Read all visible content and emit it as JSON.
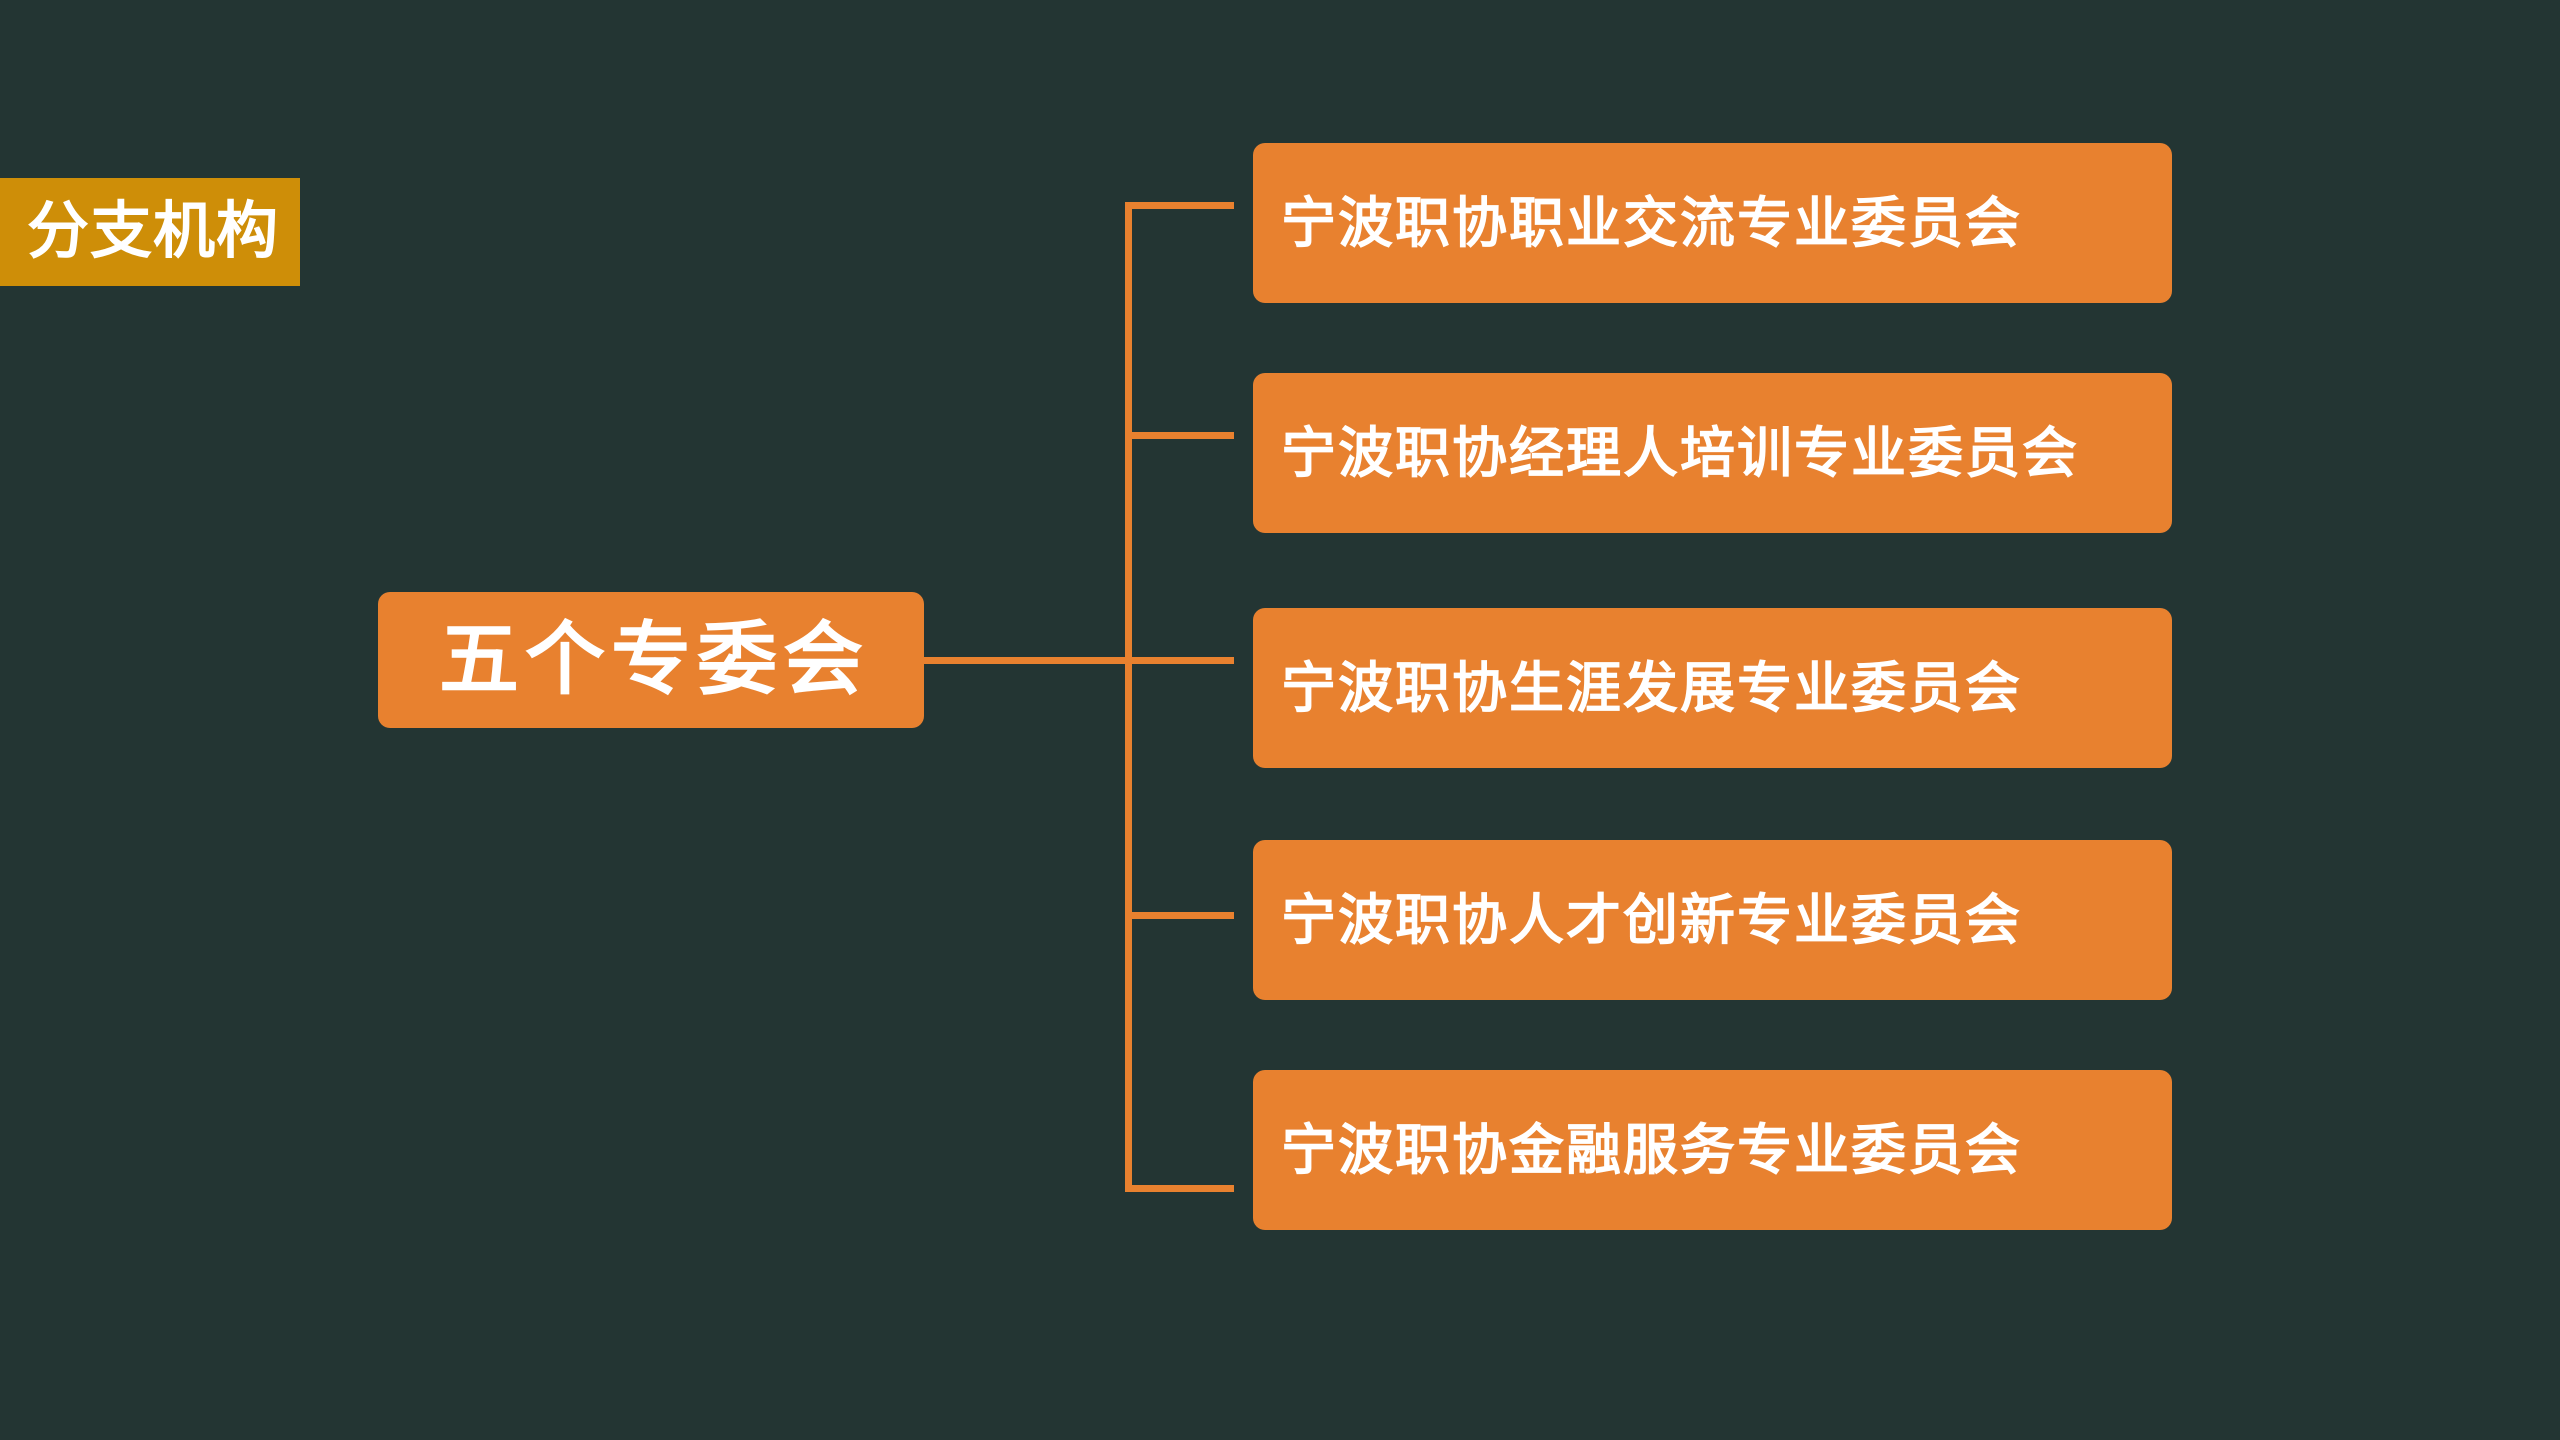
{
  "background_color": "#233533",
  "accent_color": "#E8812F",
  "badge_color": "#CE8E08",
  "text_color": "#FFFFFF",
  "section": {
    "badge_label": "分支机构"
  },
  "diagram": {
    "type": "tree",
    "orientation": "left-to-right",
    "root": {
      "label": "五个专委会"
    },
    "children": [
      {
        "label": "宁波职协职业交流专业委员会"
      },
      {
        "label": "宁波职协经理人培训专业委员会"
      },
      {
        "label": "宁波职协生涯发展专业委员会"
      },
      {
        "label": "宁波职协人才创新专业委员会"
      },
      {
        "label": "宁波职协金融服务专业委员会"
      }
    ]
  }
}
